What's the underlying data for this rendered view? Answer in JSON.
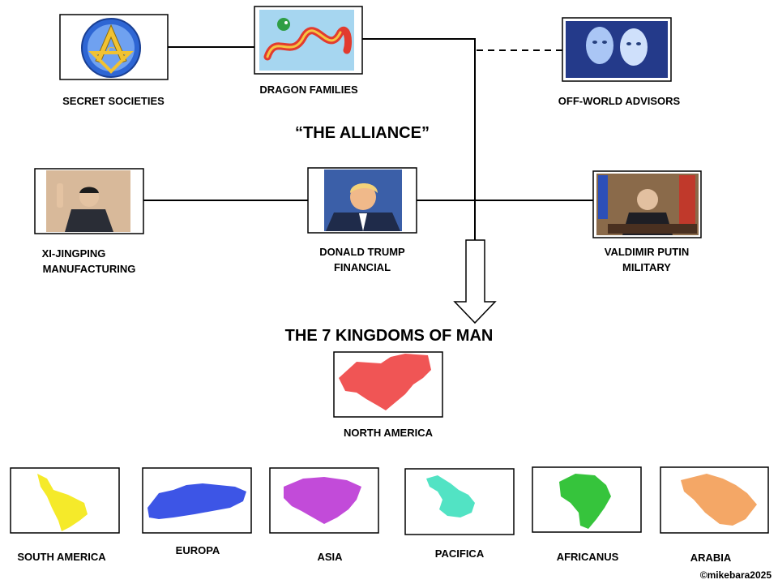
{
  "title": "“THE ALLIANCE”",
  "subtitle": "THE 7 KINGDOMS OF MAN",
  "copyright": "©mikebara2025",
  "top_row": {
    "secret_societies": "SECRET SOCIETIES",
    "dragon_families": "DRAGON FAMILIES",
    "off_world_advisors": "OFF-WORLD ADVISORS"
  },
  "leaders": {
    "xi": {
      "name": "XI-JINGPING",
      "role": "MANUFACTURING"
    },
    "trump": {
      "name": "DONALD TRUMP",
      "role": "FINANCIAL"
    },
    "putin": {
      "name": "VALDIMIR PUTIN",
      "role": "MILITARY"
    }
  },
  "kingdoms": [
    {
      "name": "NORTH AMERICA",
      "color": "#f05555"
    },
    {
      "name": "SOUTH AMERICA",
      "color": "#f5ea2a"
    },
    {
      "name": "EUROPA",
      "color": "#3d55e6"
    },
    {
      "name": "ASIA",
      "color": "#c24bd9"
    },
    {
      "name": "PACIFICA",
      "color": "#52e3c4"
    },
    {
      "name": "AFRICANUS",
      "color": "#36c43c"
    },
    {
      "name": "ARABIA",
      "color": "#f4a766"
    }
  ]
}
